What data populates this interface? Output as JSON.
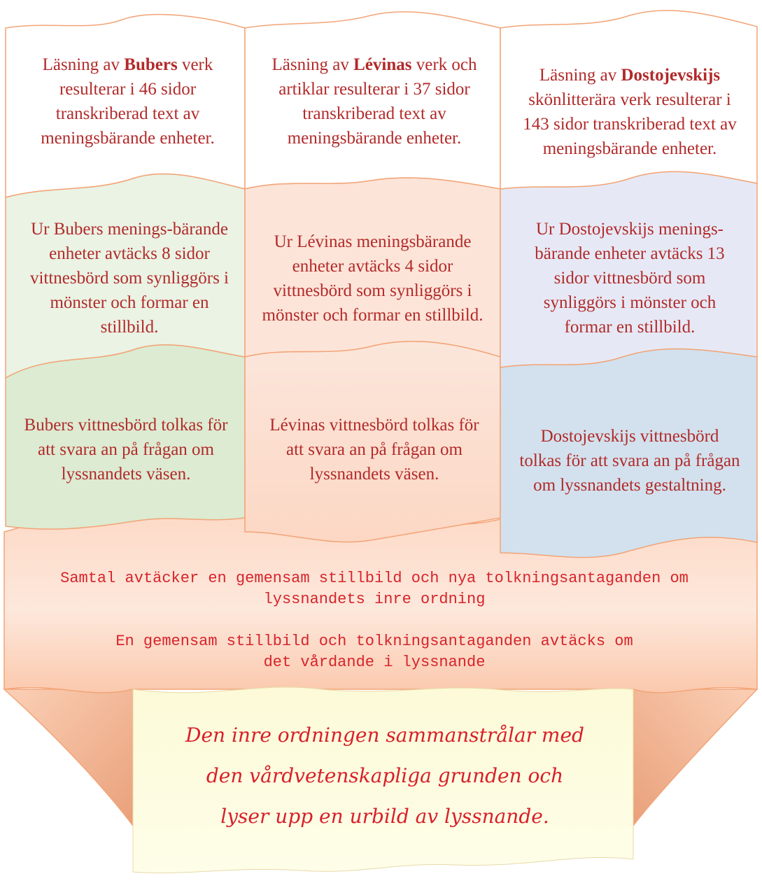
{
  "columns": [
    {
      "reading": {
        "pre": "Läsning av ",
        "name": "Bubers",
        "post": " verk resulterar i 46 sidor transkriberad text av meningsbärande enheter."
      },
      "witness": "Ur Bubers menings-bärande enheter avtäcks 8 sidor vittnesbörd som synliggörs i mönster och formar en stillbild.",
      "interpretation": "Bubers vittnesbörd tolkas för att svara an på frågan om lyssnandets väsen."
    },
    {
      "reading": {
        "pre": "Läsning av ",
        "name": "Lévinas",
        "post": " verk och artiklar resulterar i 37 sidor transkriberad text av meningsbärande enheter."
      },
      "witness": "Ur Lévinas meningsbärande enheter avtäcks 4 sidor vittnesbörd som synliggörs i mönster och formar en stillbild.",
      "interpretation": "Lévinas vittnesbörd tolkas för att svara an på frågan om lyssnandets väsen."
    },
    {
      "reading": {
        "pre": "Läsning av ",
        "name": "Dostojevskijs",
        "post": " skönlitterära verk resulterar i 143 sidor transkriberad text av meningsbärande enheter."
      },
      "witness": "Ur Dostojevskijs menings-bärande enheter avtäcks 13 sidor vittnesbörd som synliggörs i mönster och formar en stillbild.",
      "interpretation": "Dostojevskijs vittnesbörd tolkas för att svara an på frågan om lyssnandets gestaltning."
    }
  ],
  "band": {
    "line1": "Samtal avtäcker en gemensam stillbild och nya tolkningsantaganden om",
    "line2": "lyssnandets inre ordning",
    "line3": "En gemensam stillbild och tolkningsantaganden avtäcks om",
    "line4": "det vårdande i lyssnande"
  },
  "conclusion": {
    "line1": "Den inre ordningen sammanstrålar med",
    "line2": "den vårdvetenskapliga grunden och",
    "line3": "lyser upp en urbild av lyssnande."
  },
  "colors": {
    "stroke": "#f2a477",
    "text": "#b22a2a",
    "band_text": "#d7242b",
    "green_light": "#eaf3e4",
    "green": "#dcebd2",
    "peach_light": "#fde3d6",
    "peach": "#fcd6c4",
    "lavender": "#e6e9f5",
    "blue": "#d2e1ed",
    "scroll": "#fdfcde"
  }
}
